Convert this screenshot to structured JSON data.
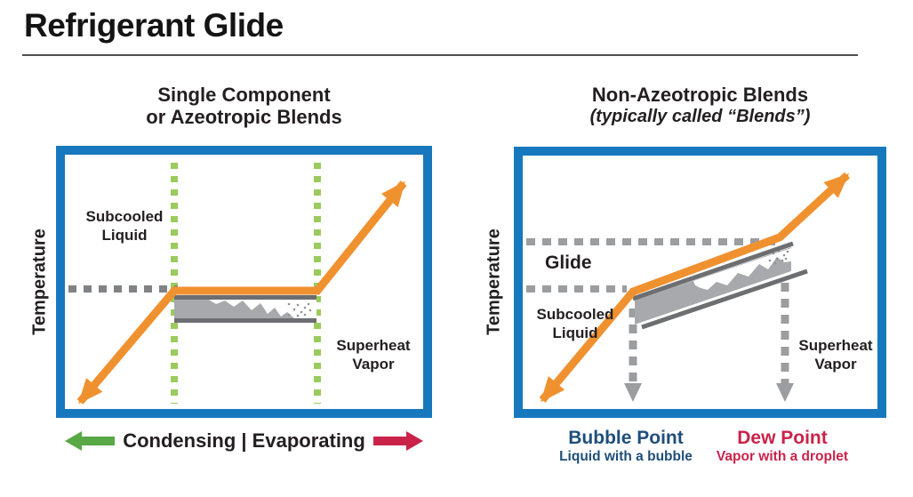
{
  "page": {
    "title": "Refrigerant Glide"
  },
  "colors": {
    "box_border_blue": "#1878BE",
    "orange_curve": "#F09130",
    "green_dash": "#9BCA5E",
    "green_arrow": "#58A846",
    "red_arrow": "#C9234A",
    "gray_dash_dark": "#808285",
    "gray_dash_light": "#9B9DA0",
    "tube_rail_gray": "#6D6E71",
    "tube_fill_gray": "#A7A9AC",
    "bubble_point_navy": "#1F4E7A",
    "dew_point_crimson": "#C9234A",
    "text_black": "#231F20"
  },
  "left_panel": {
    "title": "Single Component\nor Azeotropic Blends",
    "y_axis_label": "Temperature",
    "labels": {
      "subcooled": "Subcooled\nLiquid",
      "superheat": "Superheat\nVapor"
    },
    "legend_text": "Condensing | Evaporating"
  },
  "right_panel": {
    "title": "Non-Azeotropic Blends",
    "subtitle": "(typically called “Blends”)",
    "y_axis_label": "Temperature",
    "labels": {
      "glide": "Glide",
      "subcooled": "Subcooled\nLiquid",
      "superheat": "Superheat\nVapor"
    },
    "bubble_point": {
      "title": "Bubble Point",
      "subtitle": "Liquid with a bubble"
    },
    "dew_point": {
      "title": "Dew Point",
      "subtitle": "Vapor with a droplet"
    }
  }
}
